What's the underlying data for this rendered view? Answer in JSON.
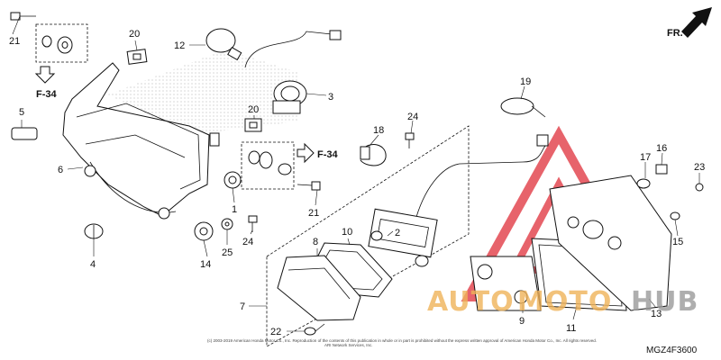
{
  "diagram": {
    "code": "MGZ4F3600",
    "direction_label": "FR.",
    "ref_labels": [
      "F-34",
      "F-34"
    ],
    "copyright": "(c) 2003-2019 American Honda Motor Co., Inc. Reproduction of the contents of this publication in whole or in part is prohibited without the express written approval of American Honda Motor Co., Inc. All rights reserved.",
    "copyright2": "ARI Network Services, Inc.",
    "watermark": {
      "part1": "AUTO",
      "part2": "MOTO",
      "part3": "HUB",
      "color_orange": "#f0b35a",
      "color_gray": "#9a9a9a",
      "color_red": "#e0303a"
    },
    "callouts": [
      "21",
      "20",
      "12",
      "3",
      "5",
      "6",
      "20",
      "19",
      "18",
      "24",
      "16",
      "17",
      "23",
      "14",
      "25",
      "24",
      "4",
      "1",
      "21",
      "2",
      "8",
      "10",
      "9",
      "7",
      "22",
      "11",
      "15",
      "13"
    ]
  }
}
